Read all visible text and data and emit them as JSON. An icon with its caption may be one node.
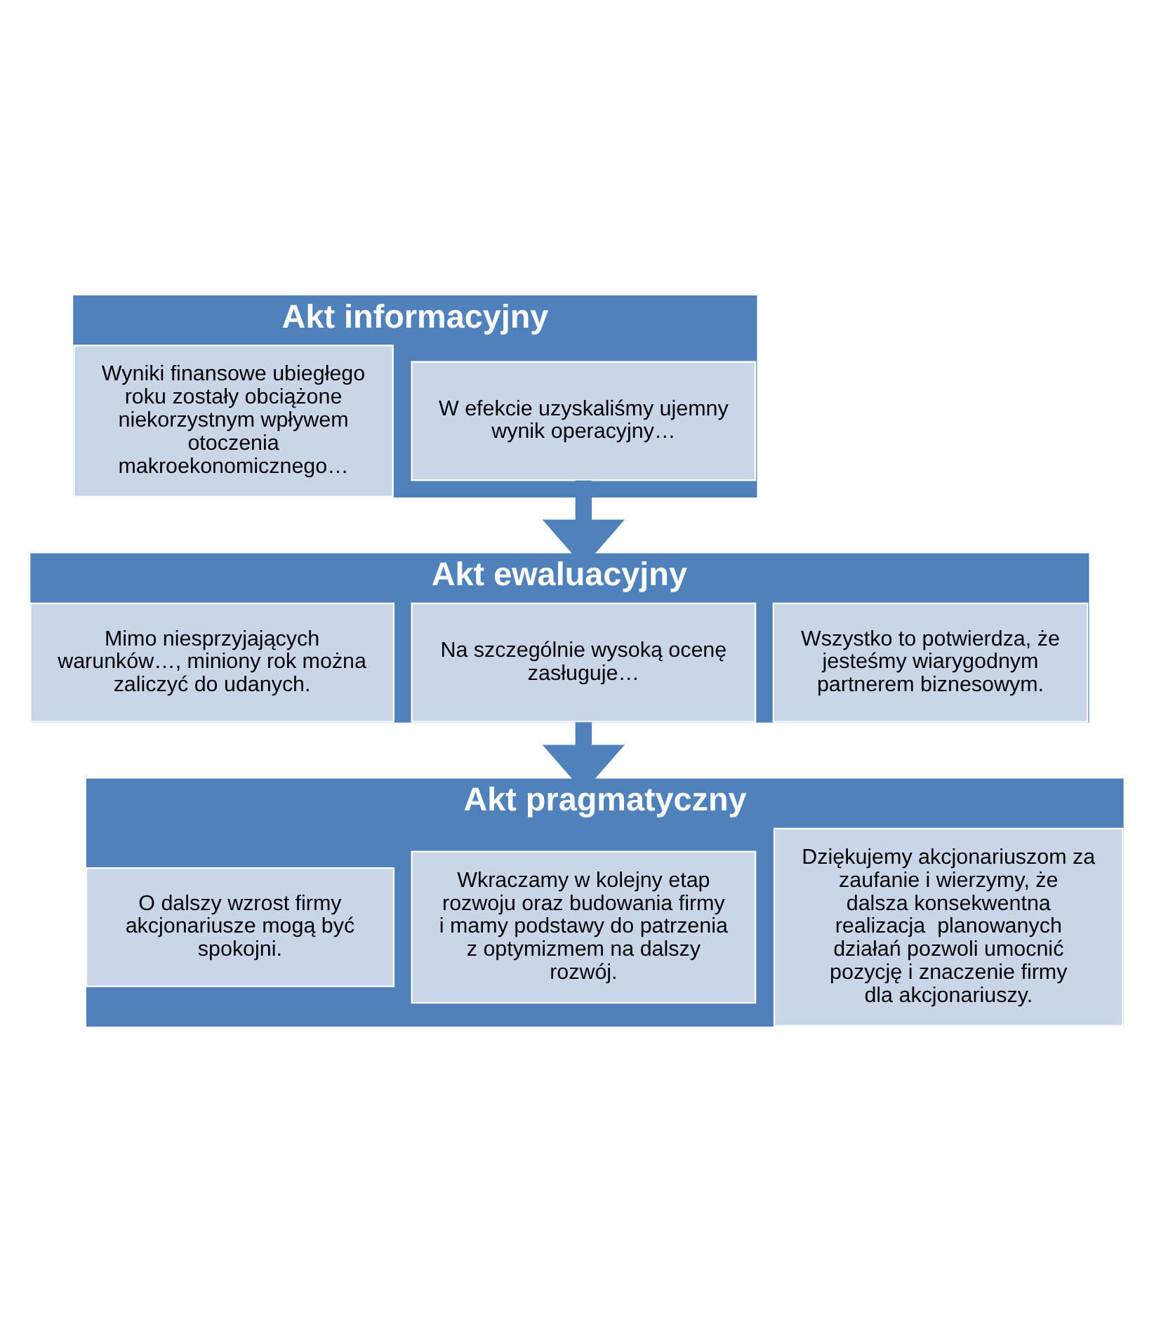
{
  "diagram": {
    "nodes": [
      {
        "text": [
          "Akt informacyjny"
        ]
      },
      {
        "text": [
          "Wyniki finansowe ubiegłego roku zostały obciążone niekorzystnym wpływem otoczenia makroekonomicznego…"
        ],
        "in": 0
      },
      {
        "text": [
          "W efekcie uzyskaliśmy ujemny wynik operacyjny…"
        ],
        "in": 0
      },
      {
        "text": [
          "Akt ewaluacyjny"
        ]
      },
      {
        "text": [
          "Mimo niesprzyjających warunków…, miniony rok można zaliczyć do udanych."
        ],
        "in": 3
      },
      {
        "text": [
          "Na szczególnie wysoką ocenę zasługuje…"
        ],
        "in": 3
      },
      {
        "text": [
          "Wszystko to potwierdza, że jesteśmy wiarygodnym partnerem biznesowym."
        ],
        "in": 3
      },
      {
        "text": [
          "Akt pragmatyczny"
        ]
      },
      {
        "text": [
          "O dalszy wzrost firmy akcjonariusze mogą być spokojni."
        ],
        "in": 7
      },
      {
        "text": [
          "Wkraczamy w kolejny etap rozwoju oraz budowania firmy i mamy podstawy do patrzenia z optymizmem na dalszy rozwój."
        ],
        "in": 7
      },
      {
        "text": [
          "Dziękujemy akcjonariuszom za zaufanie i wierzymy, że dalsza konsekwentna realizacja  planowanych działań pozwoli umocnić pozycję i znaczenie firmy dla akcjonariuszy."
        ],
        "in": 7
      }
    ],
    "edges": [
      {
        "from": 0,
        "to": 3,
        "arrow": "to"
      },
      {
        "from": 3,
        "to": 7,
        "arrow": "to"
      }
    ]
  }
}
